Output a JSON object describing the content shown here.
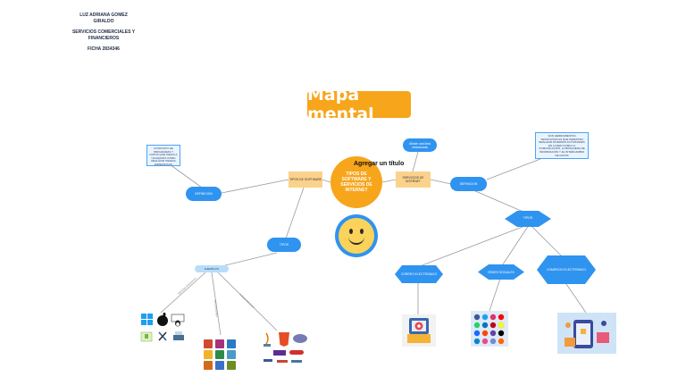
{
  "header": {
    "name_line1": "LUZ ADRIANA GOMEZ",
    "name_line2": "GIRALDO",
    "program_line1": "SERVICIOS COMERCIALES Y",
    "program_line2": "FINANCIEROS",
    "ficha": "FICHA 2834346"
  },
  "title_banner": "Mapa mental",
  "center_node": "TIPOS DE SOFTWARE Y SERVICIOS DE INTERNET",
  "add_title_hint": "Agregar un título",
  "left_branch": {
    "type_box": "TIPOS DE SOFTWARE",
    "definition_pill": "DEFINICION",
    "definition_note": "CONJUNTO DE PROGRAMAS Y DATOS QUE INDICA A UN EQUIPO CÓMO REALIZAR TAREAS ESPECÍFICAS",
    "examples_pill": "TIPOS",
    "examples_sub": "EJEMPLOS",
    "examples_edges": [
      "SISTEMA OPERATIVO",
      "APLICACIONES",
      "PROGRAMACIÓN"
    ]
  },
  "right_branch": {
    "type_box": "SERVICIOS DE INTERNET",
    "top_pill": "Añade una idea relacionada",
    "definition_pill": "DEFINICION",
    "definition_note": "SON HERRAMIENTAS TECNOLÓGICAS QUE PERMITEN REALIZAR DIVERSAS ACTIVIDADES EN LA RED COMO LA COMUNICACIÓN, LA BÚSQUEDA DE INFORMACIÓN Y EL INTERCAMBIO DE DATOS",
    "tipos_diamond": "TIPOS",
    "children": [
      "CORREO ELECTRONICO",
      "REDES SOCIALES",
      "COMERCIO ELECTRONICO"
    ]
  },
  "colors": {
    "orange": "#f7a51b",
    "light_orange": "#fbd28b",
    "blue": "#2f93f0",
    "line": "#9a9a9a"
  },
  "icons": {
    "os": [
      "windows-logo-icon",
      "apple-logo-icon",
      "linux-logo-icon",
      "android-icon",
      "tools-icon",
      "printer-icon"
    ],
    "apps": [
      "office-apps-icon"
    ],
    "programming": [
      "java-icon",
      "html5-icon",
      "php-icon",
      "dotnet-icon",
      "oracle-icon"
    ],
    "email": [
      "email-icon"
    ],
    "social": [
      "social-media-grid-icon"
    ],
    "ecommerce": [
      "ecommerce-illustration-icon"
    ]
  }
}
